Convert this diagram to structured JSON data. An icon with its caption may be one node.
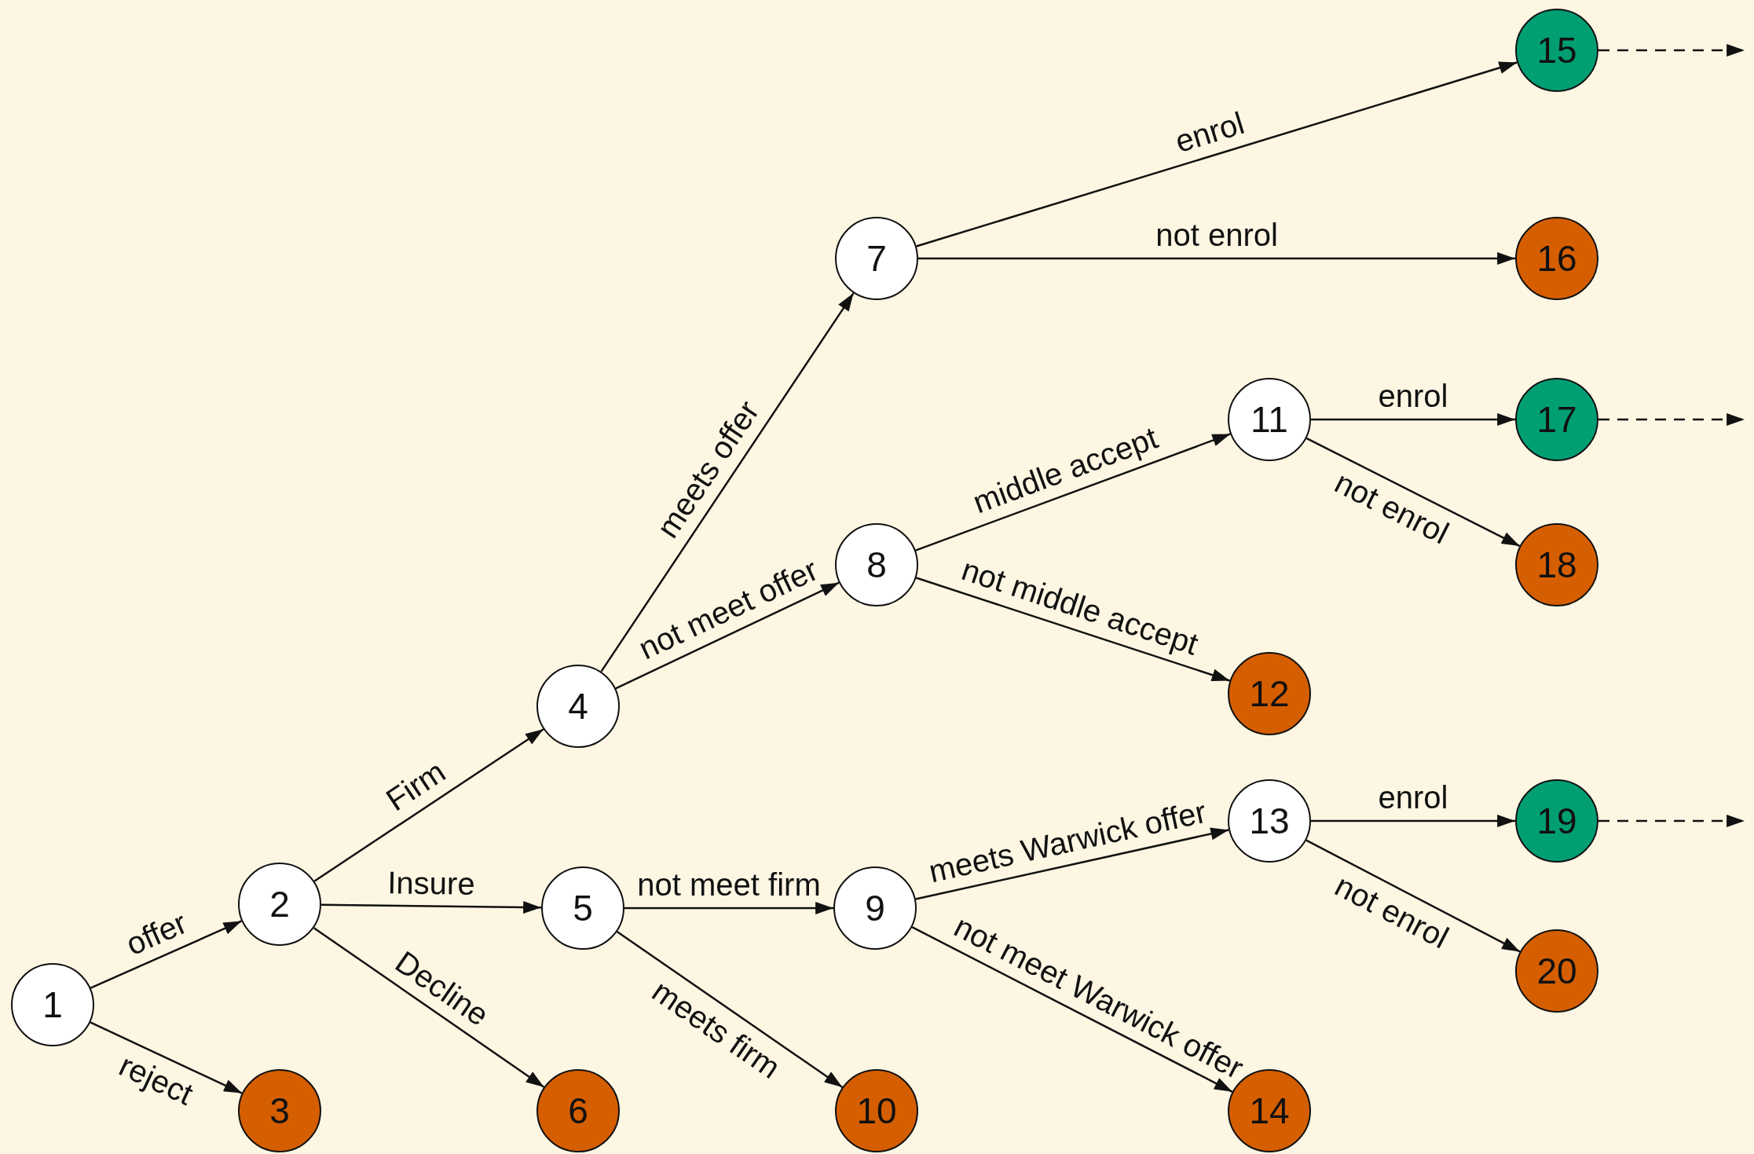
{
  "diagram": {
    "nodes": [
      {
        "text": [
          "1"
        ]
      },
      {
        "text": [
          "2"
        ]
      },
      {
        "text": [
          "3"
        ]
      },
      {
        "text": [
          "4"
        ]
      },
      {
        "text": [
          "5"
        ]
      },
      {
        "text": [
          "6"
        ]
      },
      {
        "text": [
          "7"
        ]
      },
      {
        "text": [
          "8"
        ]
      },
      {
        "text": [
          "9"
        ]
      },
      {
        "text": [
          "10"
        ]
      },
      {
        "text": [
          "11"
        ]
      },
      {
        "text": [
          "12"
        ]
      },
      {
        "text": [
          "13"
        ]
      },
      {
        "text": [
          "14"
        ]
      },
      {
        "text": [
          "15"
        ]
      },
      {
        "text": [
          "16"
        ]
      },
      {
        "text": [
          "17"
        ]
      },
      {
        "text": [
          "18"
        ]
      },
      {
        "text": [
          "19"
        ]
      },
      {
        "text": [
          "20"
        ]
      }
    ],
    "edges": [
      {
        "from": 0,
        "to": 1,
        "arrow": "to",
        "label": "offer"
      },
      {
        "from": 0,
        "to": 2,
        "arrow": "to",
        "label": "reject"
      },
      {
        "from": 1,
        "to": 3,
        "arrow": "to",
        "label": "Firm"
      },
      {
        "from": 1,
        "to": 4,
        "arrow": "to",
        "label": "Insure"
      },
      {
        "from": 1,
        "to": 5,
        "arrow": "to",
        "label": "Decline"
      },
      {
        "from": 3,
        "to": 6,
        "arrow": "to",
        "label": "meets offer"
      },
      {
        "from": 3,
        "to": 7,
        "arrow": "to",
        "label": "not meet offer"
      },
      {
        "from": 4,
        "to": 8,
        "arrow": "to",
        "label": "not meet firm"
      },
      {
        "from": 4,
        "to": 9,
        "arrow": "to",
        "label": "meets firm"
      },
      {
        "from": 6,
        "to": 14,
        "arrow": "to",
        "label": "enrol"
      },
      {
        "from": 6,
        "to": 15,
        "arrow": "to",
        "label": "not enrol"
      },
      {
        "from": 7,
        "to": 10,
        "arrow": "to",
        "label": "middle accept"
      },
      {
        "from": 7,
        "to": 11,
        "arrow": "to",
        "label": "not middle accept"
      },
      {
        "from": 8,
        "to": 12,
        "arrow": "to",
        "label": "meets Warwick offer"
      },
      {
        "from": 8,
        "to": 13,
        "arrow": "to",
        "label": "not meet Warwick offer"
      },
      {
        "from": 10,
        "to": 16,
        "arrow": "to",
        "label": "enrol"
      },
      {
        "from": 10,
        "to": 17,
        "arrow": "to",
        "label": "not enrol"
      },
      {
        "from": 12,
        "to": 18,
        "arrow": "to",
        "label": "enrol"
      },
      {
        "from": 12,
        "to": 19,
        "arrow": "to",
        "label": "not enrol"
      },
      {
        "from": 14,
        "to": null,
        "arrow": "to",
        "style": "dashed"
      },
      {
        "from": 16,
        "to": null,
        "arrow": "to",
        "style": "dashed"
      },
      {
        "from": 18,
        "to": null,
        "arrow": "to",
        "style": "dashed"
      }
    ]
  }
}
